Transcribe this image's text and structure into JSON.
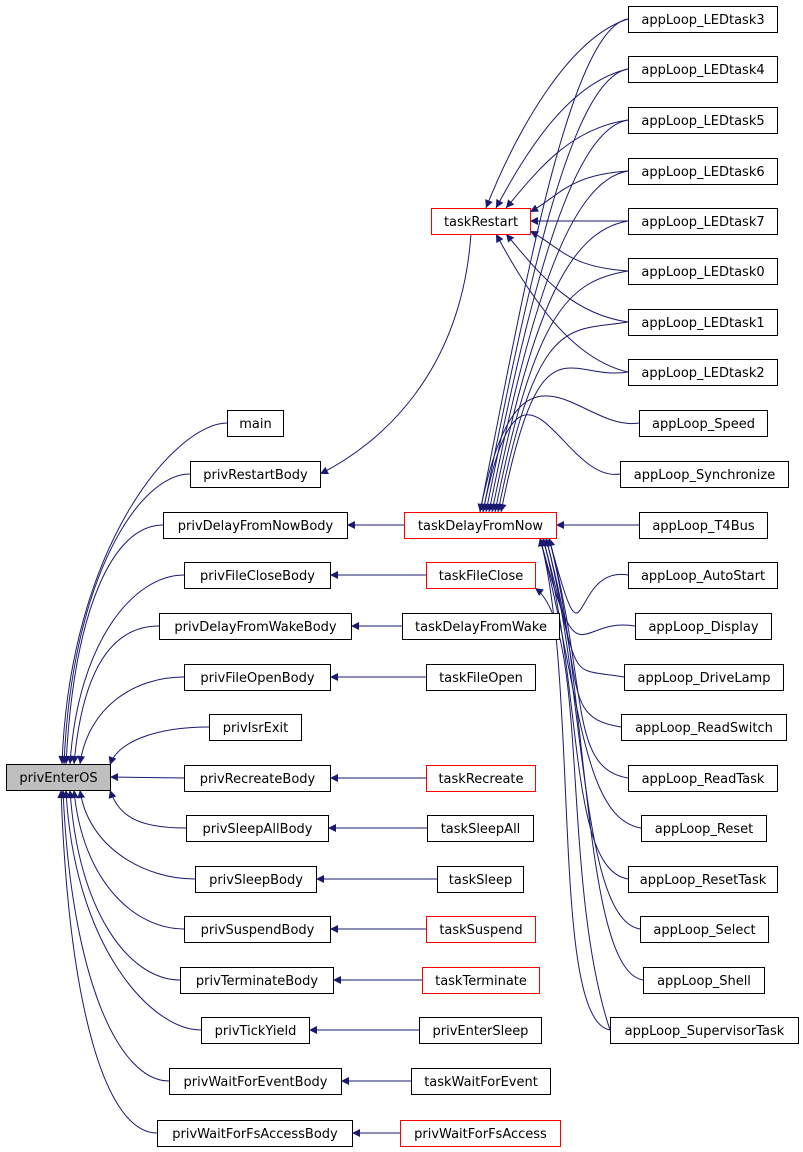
{
  "colors": {
    "edge": "#191970",
    "border_normal": "#000000",
    "border_highlight": "#ff0000",
    "root_fill": "#bfbfbf",
    "node_fill": "#ffffff"
  },
  "nodes": {
    "privEnterOS": "privEnterOS",
    "main": "main",
    "privRestartBody": "privRestartBody",
    "privDelayFromNowBody": "privDelayFromNowBody",
    "privFileCloseBody": "privFileCloseBody",
    "privDelayFromWakeBody": "privDelayFromWakeBody",
    "privFileOpenBody": "privFileOpenBody",
    "privIsrExit": "privIsrExit",
    "privRecreateBody": "privRecreateBody",
    "privSleepAllBody": "privSleepAllBody",
    "privSleepBody": "privSleepBody",
    "privSuspendBody": "privSuspendBody",
    "privTerminateBody": "privTerminateBody",
    "privTickYield": "privTickYield",
    "privWaitForEventBody": "privWaitForEventBody",
    "privWaitForFsAccessBody": "privWaitForFsAccessBody",
    "taskRestart": "taskRestart",
    "taskDelayFromNow": "taskDelayFromNow",
    "taskFileClose": "taskFileClose",
    "taskDelayFromWake": "taskDelayFromWake",
    "taskFileOpen": "taskFileOpen",
    "taskRecreate": "taskRecreate",
    "taskSleepAll": "taskSleepAll",
    "taskSleep": "taskSleep",
    "taskSuspend": "taskSuspend",
    "taskTerminate": "taskTerminate",
    "privEnterSleep": "privEnterSleep",
    "taskWaitForEvent": "taskWaitForEvent",
    "privWaitForFsAccess": "privWaitForFsAccess",
    "appLoop_LEDtask3": "appLoop_LEDtask3",
    "appLoop_LEDtask4": "appLoop_LEDtask4",
    "appLoop_LEDtask5": "appLoop_LEDtask5",
    "appLoop_LEDtask6": "appLoop_LEDtask6",
    "appLoop_LEDtask7": "appLoop_LEDtask7",
    "appLoop_LEDtask0": "appLoop_LEDtask0",
    "appLoop_LEDtask1": "appLoop_LEDtask1",
    "appLoop_LEDtask2": "appLoop_LEDtask2",
    "appLoop_Speed": "appLoop_Speed",
    "appLoop_Synchronize": "appLoop_Synchronize",
    "appLoop_T4Bus": "appLoop_T4Bus",
    "appLoop_AutoStart": "appLoop_AutoStart",
    "appLoop_Display": "appLoop_Display",
    "appLoop_DriveLamp": "appLoop_DriveLamp",
    "appLoop_ReadSwitch": "appLoop_ReadSwitch",
    "appLoop_ReadTask": "appLoop_ReadTask",
    "appLoop_Reset": "appLoop_Reset",
    "appLoop_ResetTask": "appLoop_ResetTask",
    "appLoop_Select": "appLoop_Select",
    "appLoop_Shell": "appLoop_Shell",
    "appLoop_SupervisorTask": "appLoop_SupervisorTask"
  }
}
